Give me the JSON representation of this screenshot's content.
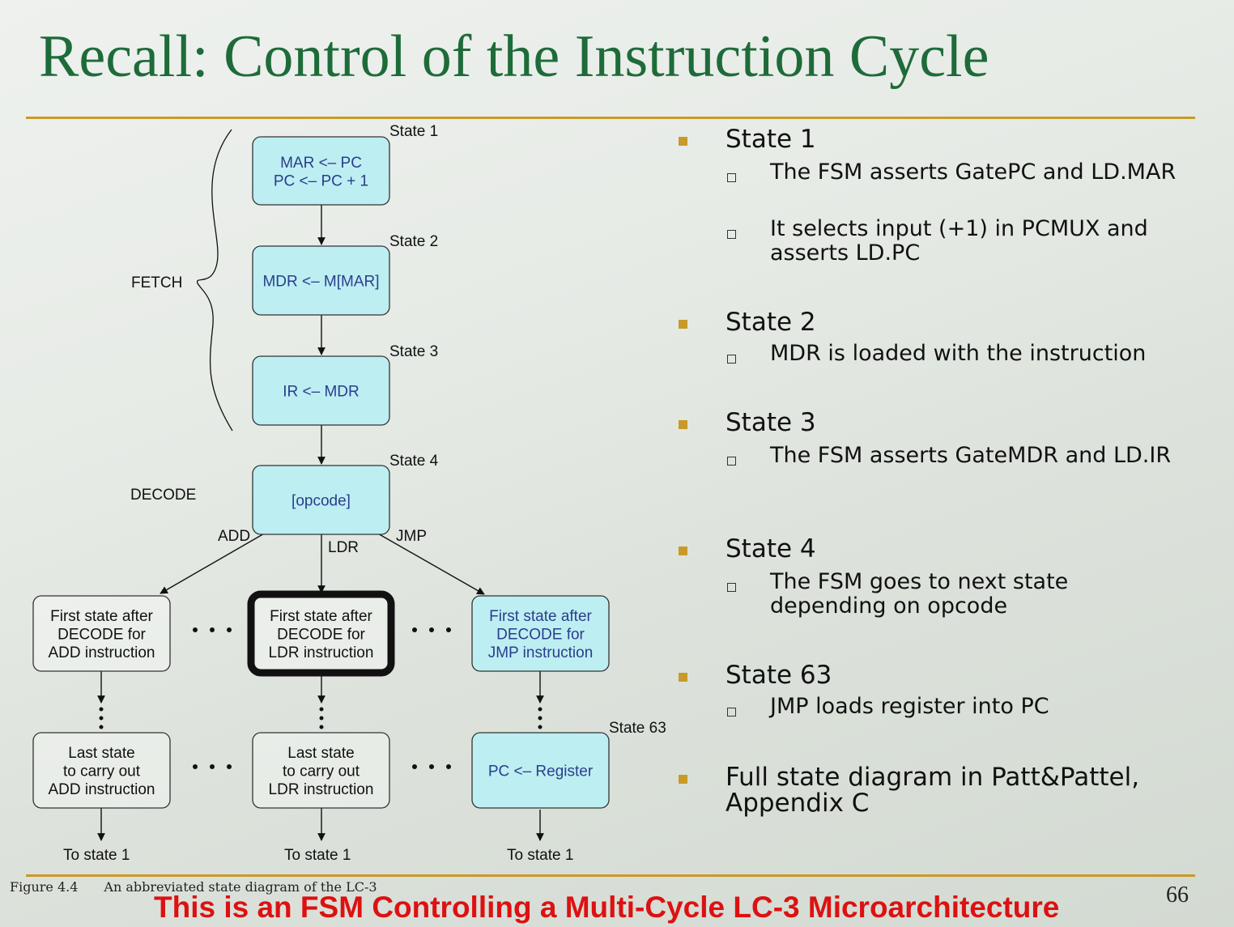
{
  "title": "Recall: Control of the Instruction Cycle",
  "diagram": {
    "state_labels": {
      "s1": "State 1",
      "s2": "State 2",
      "s3": "State 3",
      "s4": "State 4",
      "s63": "State 63"
    },
    "phase_labels": {
      "fetch": "FETCH",
      "decode": "DECODE"
    },
    "boxes": {
      "s1": [
        "MAR <– PC",
        "PC <– PC + 1"
      ],
      "s2": [
        "MDR <– M[MAR]"
      ],
      "s3": [
        "IR <– MDR"
      ],
      "s4": [
        "[opcode]"
      ],
      "add_first": [
        "First state after",
        "DECODE for",
        "ADD instruction"
      ],
      "ldr_first": [
        "First state after",
        "DECODE for",
        "LDR instruction"
      ],
      "jmp_first": [
        "First state after",
        "DECODE for",
        "JMP instruction"
      ],
      "add_last": [
        "Last state",
        "to carry out",
        "ADD instruction"
      ],
      "ldr_last": [
        "Last state",
        "to carry out",
        "LDR instruction"
      ],
      "s63": [
        "PC <– Register"
      ]
    },
    "branch_labels": {
      "add": "ADD",
      "ldr": "LDR",
      "jmp": "JMP"
    },
    "to_state": [
      "To state 1",
      "To state 1",
      "To state 1"
    ],
    "colors": {
      "state_fill": "#bdeef2",
      "state_stroke": "#333333",
      "highlight_stroke": "#111111"
    }
  },
  "bullets": [
    {
      "title": "State 1",
      "subs": [
        "The FSM asserts GatePC and LD.MAR",
        "It selects input (+1) in PCMUX and asserts LD.PC"
      ]
    },
    {
      "title": "State 2",
      "subs": [
        "MDR is loaded with the instruction"
      ]
    },
    {
      "title": "State 3",
      "subs": [
        "The FSM asserts GateMDR and LD.IR"
      ]
    },
    {
      "title": "State 4",
      "subs": [
        "The FSM goes to next state depending on opcode"
      ]
    },
    {
      "title": "State 63",
      "subs": [
        "JMP loads register into PC"
      ]
    },
    {
      "title": "Full state diagram in Patt&Pattel, Appendix C",
      "subs": []
    }
  ],
  "caption": {
    "figure": "Figure 4.4",
    "text": "An abbreviated state diagram of the LC-3"
  },
  "page_number": "66",
  "footer": "This is an FSM Controlling a Multi-Cycle LC-3 Microarchitecture",
  "accent_color": "#c89a2a"
}
